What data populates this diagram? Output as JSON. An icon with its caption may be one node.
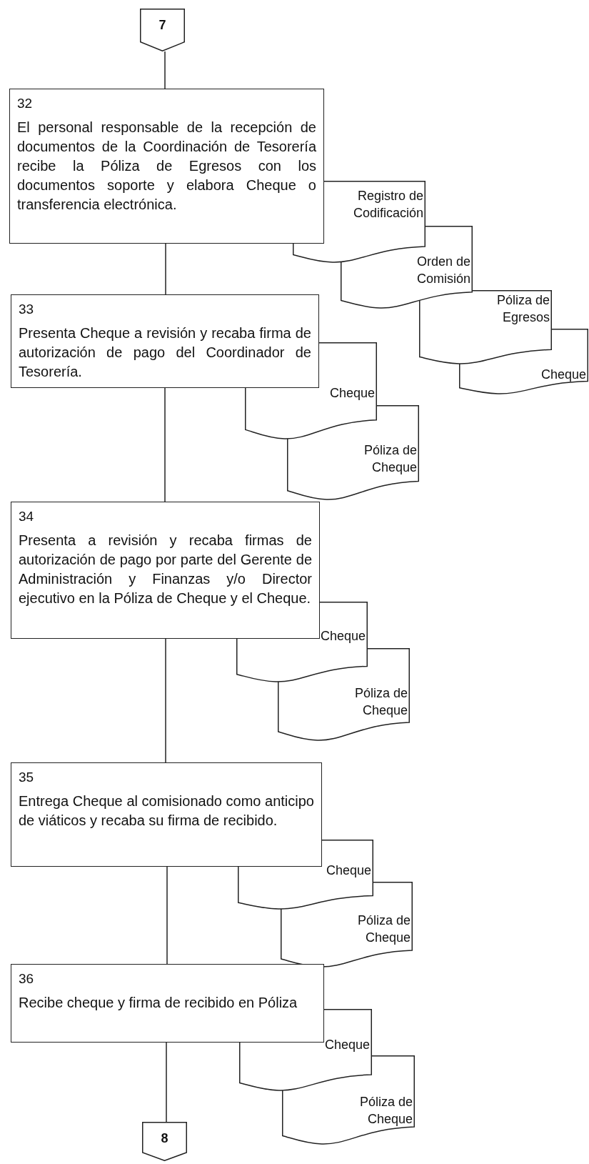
{
  "diagram": {
    "nodes": [
      {
        "text": [
          "7"
        ]
      },
      {
        "text": [
          "32",
          "El personal responsable de la recepción de documentos de la Coordinación de Tesorería recibe la Póliza de Egresos con los documentos soporte y elabora Cheque o transferencia electrónica."
        ]
      },
      {
        "text": [
          "Registro de Codificación"
        ]
      },
      {
        "text": [
          "Orden de Comisión"
        ]
      },
      {
        "text": [
          "Póliza de Egresos"
        ]
      },
      {
        "text": [
          "Cheque"
        ]
      },
      {
        "text": [
          "33",
          "Presenta Cheque a revisión y recaba firma de autorización de pago del Coordinador de Tesorería."
        ]
      },
      {
        "text": [
          "Cheque"
        ]
      },
      {
        "text": [
          "Póliza de Cheque"
        ]
      },
      {
        "text": [
          "34",
          "Presenta a revisión y recaba firmas de autorización de pago por parte del Gerente de Administración y Finanzas y/o Director ejecutivo en la Póliza de Cheque y el Cheque."
        ]
      },
      {
        "text": [
          "Cheque"
        ]
      },
      {
        "text": [
          "Póliza de Cheque"
        ]
      },
      {
        "text": [
          "35",
          "Entrega Cheque al comisionado como anticipo de viáticos y recaba su firma de recibido."
        ]
      },
      {
        "text": [
          "Cheque"
        ]
      },
      {
        "text": [
          "Póliza de Cheque"
        ]
      },
      {
        "text": [
          "36",
          "Recibe cheque y firma de recibido en Póliza"
        ]
      },
      {
        "text": [
          "Cheque"
        ]
      },
      {
        "text": [
          "Póliza de Cheque"
        ]
      },
      {
        "text": [
          "8"
        ]
      }
    ],
    "edges": [
      {
        "from": 0,
        "to": 1,
        "arrow": "none"
      },
      {
        "from": 1,
        "to": 6,
        "arrow": "none"
      },
      {
        "from": 6,
        "to": 9,
        "arrow": "none"
      },
      {
        "from": 9,
        "to": 12,
        "arrow": "none"
      },
      {
        "from": 12,
        "to": 15,
        "arrow": "none"
      },
      {
        "from": 15,
        "to": 18,
        "arrow": "none"
      }
    ]
  }
}
